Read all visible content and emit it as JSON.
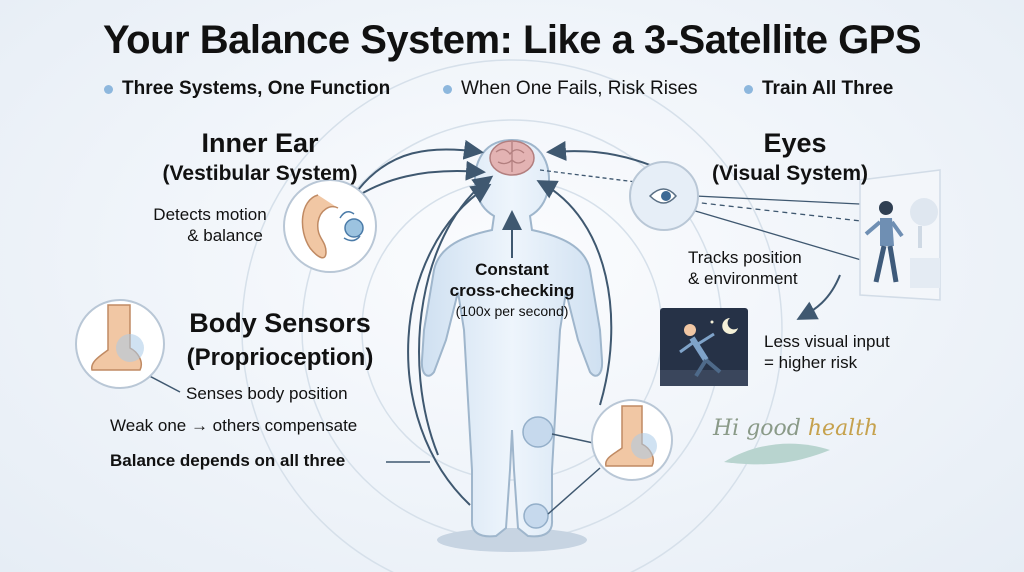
{
  "title": "Your Balance System: Like a 3-Satellite GPS",
  "bullets": [
    {
      "label": "Three Systems, One Function"
    },
    {
      "label": "When One Fails, Risk Rises"
    },
    {
      "label": "Train All Three"
    }
  ],
  "inner_ear": {
    "heading": "Inner Ear",
    "subheading": "(Vestibular System)",
    "desc_1": "Detects motion",
    "desc_2": "& balance"
  },
  "eyes": {
    "heading": "Eyes",
    "subheading": "(Visual System)",
    "desc_1": "Tracks position",
    "desc_2": "& environment",
    "risk_1": "Less visual input",
    "risk_2": "= higher risk"
  },
  "body_sensors": {
    "heading": "Body Sensors",
    "subheading": "(Proprioception)",
    "desc": "Senses body position",
    "compensate": "Weak one → others compensate",
    "depends": "Balance depends on all three"
  },
  "center": {
    "line_1": "Constant",
    "line_2": "cross-checking",
    "rate": "(100x per second)"
  },
  "brand": {
    "part_1": "Hi good ",
    "part_2": "health"
  },
  "colors": {
    "accent_blue": "#8db7dd",
    "body_fill": "#dbe8f5",
    "arrow": "#3f5870",
    "brain": "#d9a6a6"
  }
}
